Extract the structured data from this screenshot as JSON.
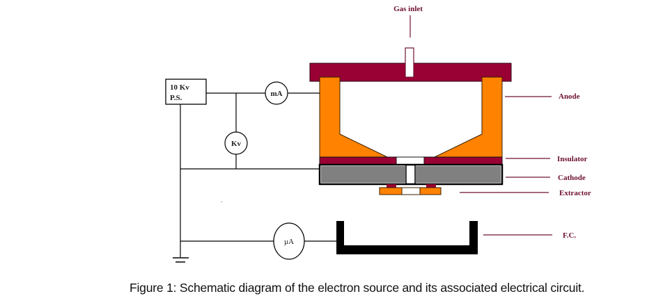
{
  "figure": {
    "caption": "Figure 1: Schematic diagram of the electron source and its associated electrical circuit."
  },
  "circuit": {
    "power_supply": {
      "line1": "10 Kv",
      "line2": "P.S."
    },
    "meters": {
      "milliammeter": "mA",
      "kilovoltmeter": "Kv",
      "microammeter": "µA"
    }
  },
  "labels": {
    "gas_inlet": "Gas inlet",
    "anode": "Anode",
    "insulator": "Insulator",
    "cathode": "Cathode",
    "extractor": "Extractor",
    "faraday_cup": "F.C."
  },
  "colors": {
    "anode": "#ff8200",
    "insulator": "#990033",
    "top_plate": "#990033",
    "cathode": "#808080",
    "extractor": "#ff8200",
    "label_text": "#6e1030",
    "wire": "#000000"
  }
}
